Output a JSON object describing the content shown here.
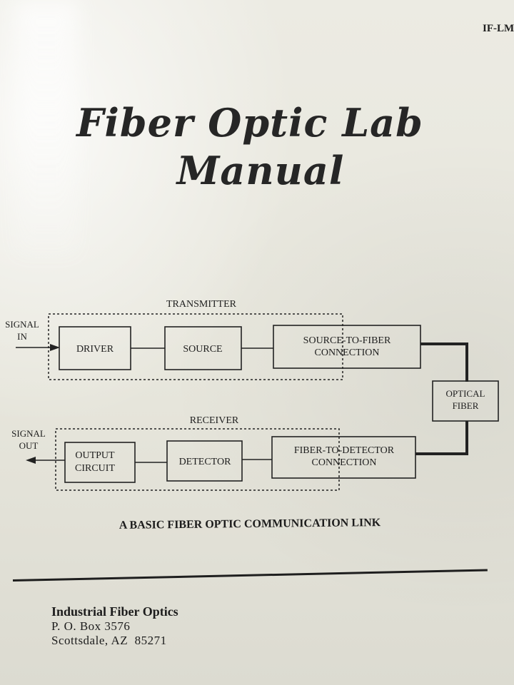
{
  "document_code": "IF-LM",
  "title": {
    "line1": "Fiber Optic Lab",
    "line2": "Manual"
  },
  "diagram": {
    "transmitter_label": "TRANSMITTER",
    "receiver_label": "RECEIVER",
    "signal_in": {
      "line1": "SIGNAL",
      "line2": "IN"
    },
    "signal_out": {
      "line1": "SIGNAL",
      "line2": "OUT"
    },
    "blocks": {
      "driver": "DRIVER",
      "source": "SOURCE",
      "source_to_fiber": {
        "line1": "SOURCE-TO-FIBER",
        "line2": "CONNECTION"
      },
      "optical_fiber": {
        "line1": "OPTICAL",
        "line2": "FIBER"
      },
      "output_circuit": {
        "line1": "OUTPUT",
        "line2": "CIRCUIT"
      },
      "detector": "DETECTOR",
      "fiber_to_detector": {
        "line1": "FIBER-TO-DETECTOR",
        "line2": "CONNECTION"
      }
    }
  },
  "caption": "A BASIC FIBER OPTIC COMMUNICATION LINK",
  "publisher": {
    "name": "Industrial Fiber Optics",
    "address_line1": "P. O. Box 3576",
    "address_line2": "Scottsdale, AZ  85271"
  }
}
